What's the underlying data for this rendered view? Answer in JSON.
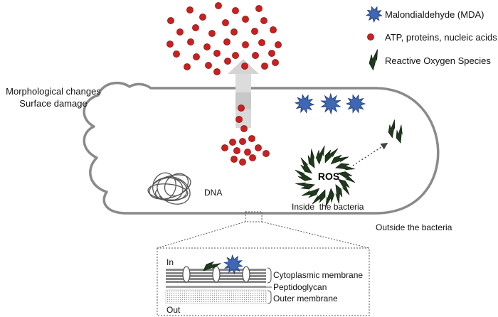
{
  "legend": {
    "mda": "Malondialdehyde (MDA)",
    "release": "ATP, proteins, nucleic acids",
    "ros": "Reactive Oxygen Species"
  },
  "labels": {
    "morphology_line1": "Morphological changes",
    "morphology_line2": "Surface damage",
    "dna": "DNA",
    "ros_burst": "ROS",
    "inside": "Inside  the bacteria",
    "outside": "Outside the bacteria"
  },
  "inset": {
    "in": "In",
    "out": "Out",
    "cytoplasmic": "Cytoplasmic membrane",
    "peptidoglycan": "Peptidoglycan",
    "outer": "Outer membrane"
  },
  "colors": {
    "outline": "#8a8a8a",
    "mda_blue": "#3f67b3",
    "droplet_red": "#cc1f1f",
    "ros_green": "#1f3a1c",
    "arrow_gray": "#c9c9c9"
  },
  "icons": {
    "mda": "spiky-star-icon",
    "release": "red-dot-icon",
    "ros": "lightning-bolt-icon"
  }
}
